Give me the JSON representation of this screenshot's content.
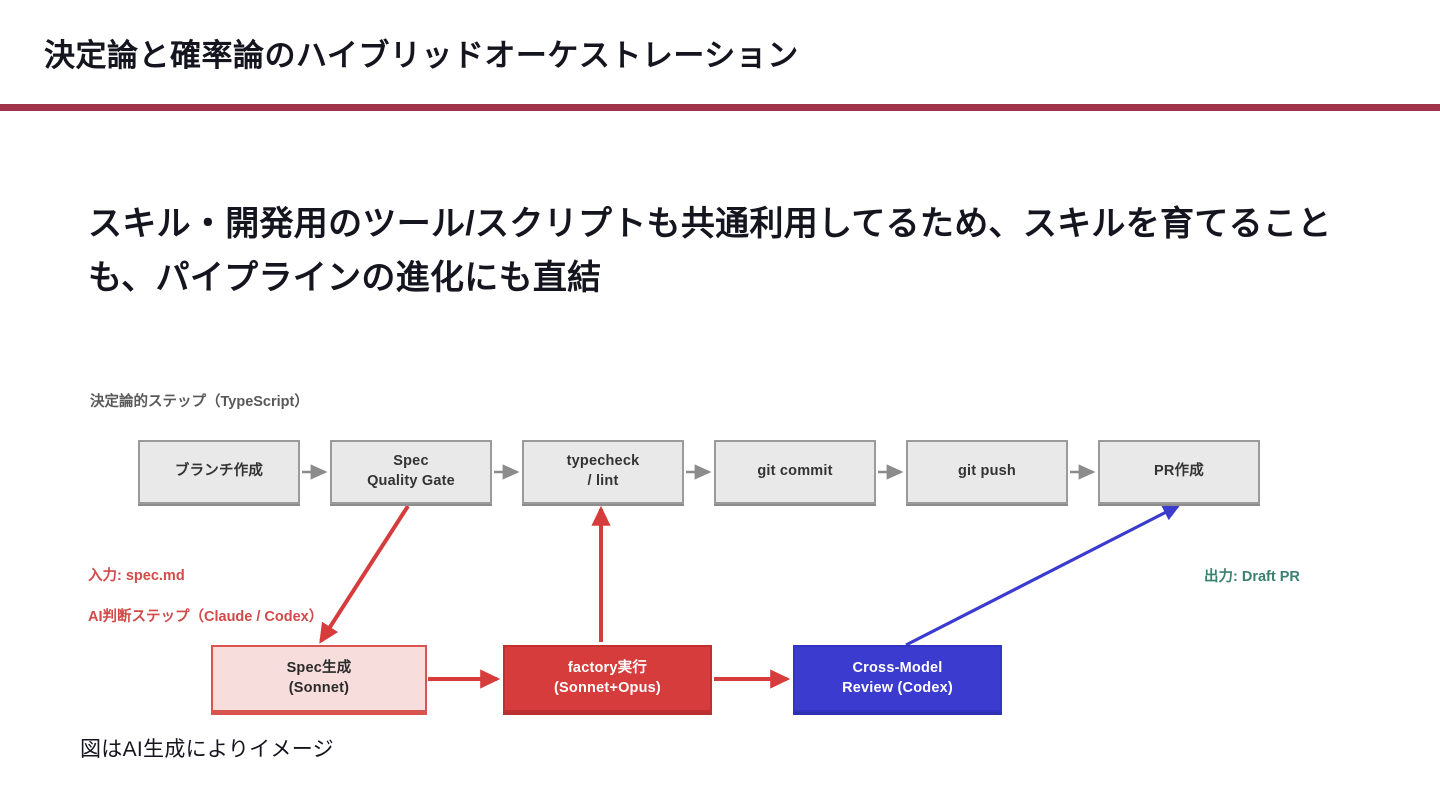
{
  "slide": {
    "title": "決定論と確率論のハイブリッドオーケストレーション",
    "rule_color": "#a0334a",
    "body_text": "スキル・開発用のツール/スクリプトも共通利用してるため、スキルを育てることも、パイプラインの進化にも直結",
    "caption": "図はAI生成によりイメージ"
  },
  "diagram": {
    "labels": {
      "deterministic": "決定論的ステップ（TypeScript）",
      "input": "入力: spec.md",
      "ai_step": "AI判断ステップ（Claude / Codex）",
      "output": "出力: Draft PR"
    },
    "label_colors": {
      "deterministic": "#595959",
      "red": "#d24a4a",
      "teal": "#3b8070"
    },
    "deterministic_nodes": [
      {
        "line1": "ブランチ作成",
        "line2": ""
      },
      {
        "line1": "Spec",
        "line2": "Quality Gate"
      },
      {
        "line1": "typecheck",
        "line2": "/ lint"
      },
      {
        "line1": "git commit",
        "line2": ""
      },
      {
        "line1": "git push",
        "line2": ""
      },
      {
        "line1": "PR作成",
        "line2": ""
      }
    ],
    "ai_nodes": [
      {
        "line1": "Spec生成",
        "line2": "(Sonnet)",
        "style": "pink"
      },
      {
        "line1": "factory実行",
        "line2": "(Sonnet+Opus)",
        "style": "red"
      },
      {
        "line1": "Cross-Model",
        "line2": "Review (Codex)",
        "style": "blue"
      }
    ],
    "arrow_colors": {
      "flow_gray": "#8c8c8c",
      "flow_red": "#d63c3c",
      "flow_blue": "#3b3bcf"
    }
  }
}
